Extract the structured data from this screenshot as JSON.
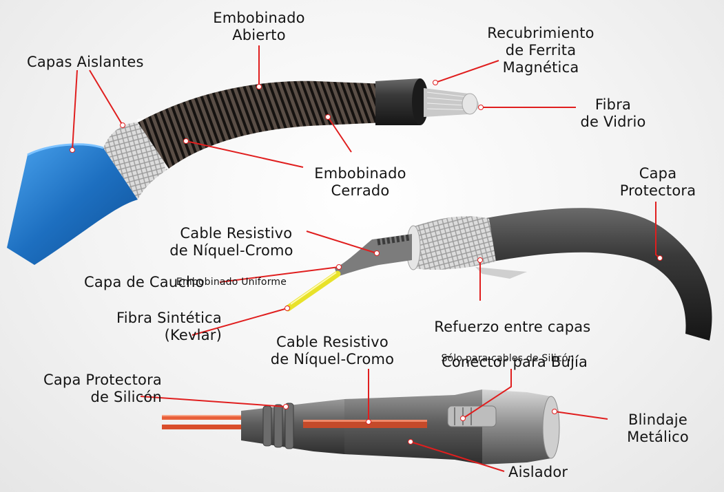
{
  "diagram": {
    "labels": {
      "embobinado_abierto": "Embobinado\nAbierto",
      "capas_aislantes": "Capas Aislantes",
      "recubrimiento_ferrita": "Recubrimiento\nde Ferrita\nMagnética",
      "fibra_vidrio": "Fibra\nde Vidrio",
      "embobinado_cerrado": "Embobinado\nCerrado",
      "capa_protectora": "Capa\nProtectora",
      "cable_resistivo_top": "Cable Resistivo\nde Níquel-Cromo",
      "embobinado_uniforme": "Embobinado Uniforme",
      "capa_caucho": "Capa de Caucho",
      "refuerzo": "Refuerzo entre capas",
      "solo_silicon": "Sólo para cables de Silicón",
      "fibra_sintetica": "Fibra Sintética\n(Kevlar)",
      "cable_resistivo_bottom": "Cable Resistivo\nde Níquel-Cromo",
      "conector_bujia": "Conector para Bujía",
      "capa_protectora_silicon": "Capa Protectora\nde Silicón",
      "blindaje": "Blindaje\nMetálico",
      "aislador": "Aislador"
    },
    "colors": {
      "leader_line": "#e01e1e",
      "dot": "#ffffff",
      "blue_cable": "#1f73c4",
      "dark_cable": "#2a2a2a",
      "copper_wire": "#e8603a",
      "kevlar": "#e8e22a"
    }
  }
}
